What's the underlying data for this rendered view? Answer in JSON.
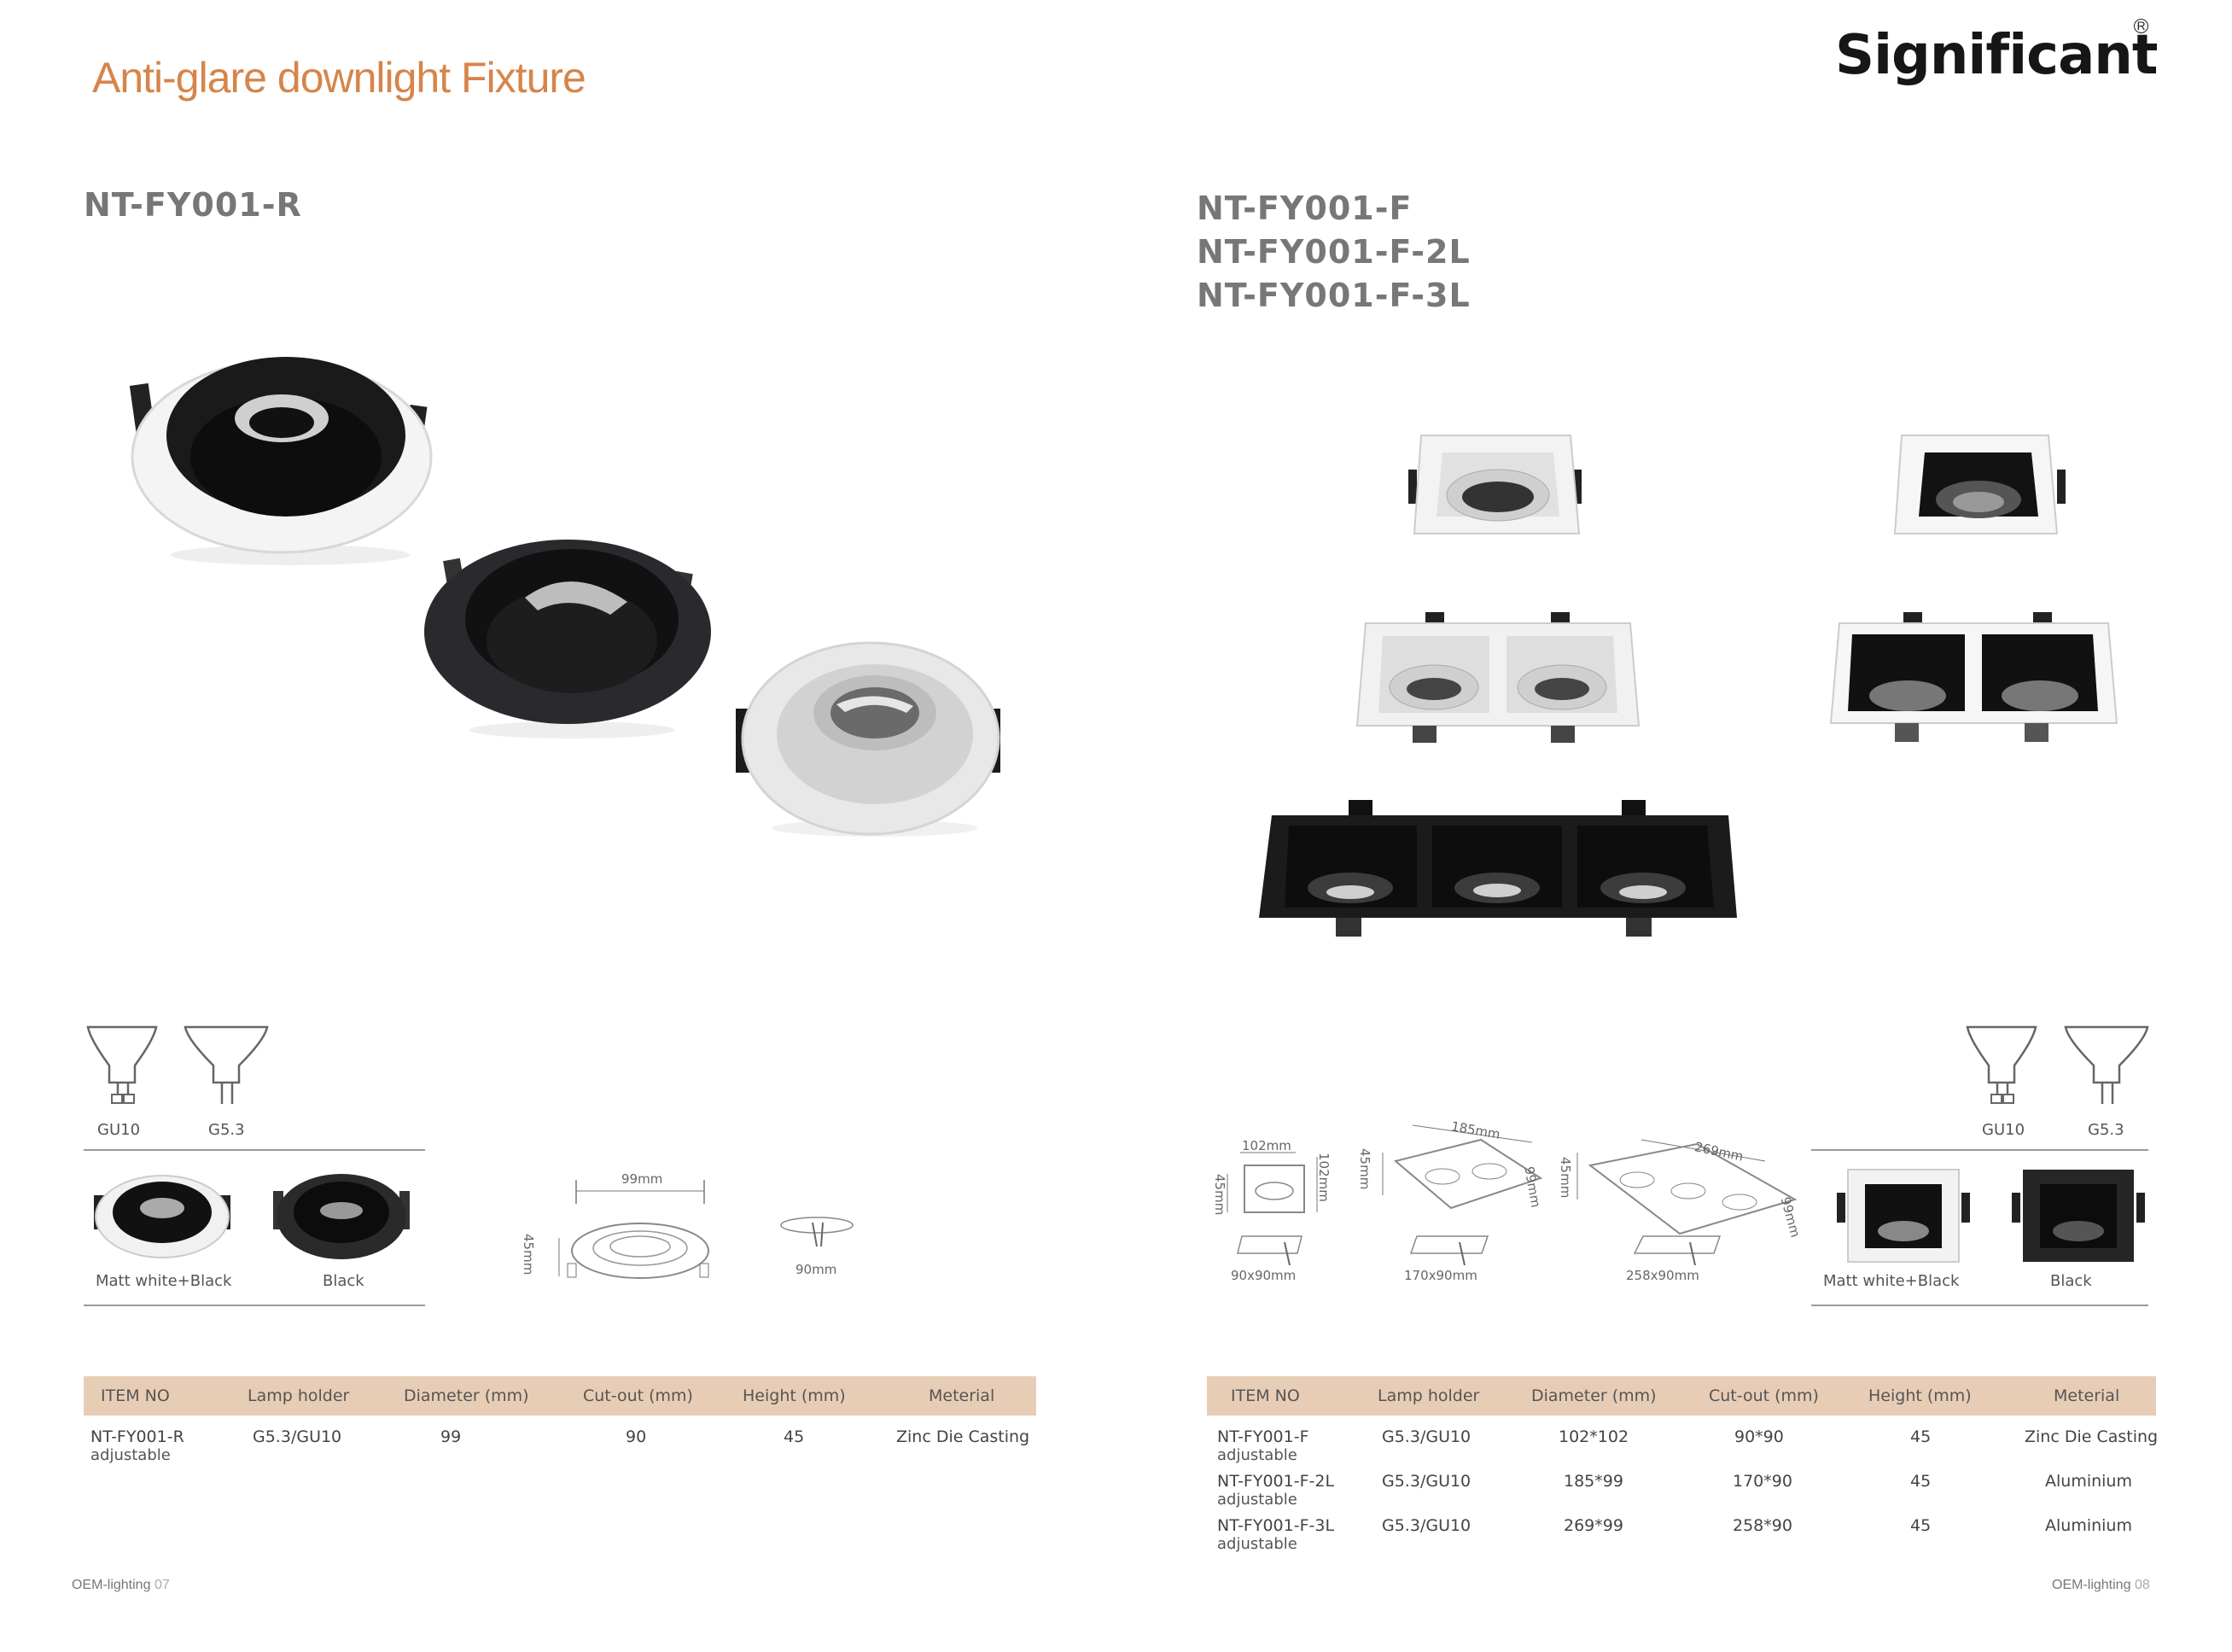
{
  "page": {
    "title": "Anti-glare downlight Fixture",
    "brand": "Significant",
    "brand_mark": "R"
  },
  "left": {
    "model": "NT-FY001-R",
    "lamp_types": [
      "GU10",
      "G5.3"
    ],
    "finishes": [
      "Matt white+Black",
      "Black"
    ],
    "dimensions": {
      "diameter": "99mm",
      "height": "45mm",
      "cutout": "90mm"
    },
    "table": {
      "headers": [
        "ITEM NO",
        "Lamp holder",
        "Diameter  (mm)",
        "Cut-out (mm)",
        "Height (mm)",
        "Meterial"
      ],
      "rows": [
        {
          "item": "NT-FY001-R",
          "sub": "adjustable",
          "lamp": "G5.3/GU10",
          "diameter": "99",
          "cutout": "90",
          "height": "45",
          "material": "Zinc Die Casting"
        }
      ]
    },
    "footer": {
      "text": "OEM-lighting",
      "page": "07"
    }
  },
  "right": {
    "models": [
      "NT-FY001-F",
      "NT-FY001-F-2L",
      "NT-FY001-F-3L"
    ],
    "lamp_types": [
      "GU10",
      "G5.3"
    ],
    "finishes": [
      "Matt white+Black",
      "Black"
    ],
    "dimensions": {
      "single": {
        "w": "102mm",
        "d": "102mm",
        "h": "45mm",
        "cutout": "90x90mm"
      },
      "double": {
        "w": "185mm",
        "d": "99mm",
        "h": "45mm",
        "cutout": "170x90mm"
      },
      "triple": {
        "w": "269mm",
        "d": "99mm",
        "h": "45mm",
        "cutout": "258x90mm"
      }
    },
    "table": {
      "headers": [
        "ITEM NO",
        "Lamp holder",
        "Diameter  (mm)",
        "Cut-out (mm)",
        "Height (mm)",
        "Meterial"
      ],
      "rows": [
        {
          "item": "NT-FY001-F",
          "sub": "adjustable",
          "lamp": "G5.3/GU10",
          "diameter": "102*102",
          "cutout": "90*90",
          "height": "45",
          "material": "Zinc Die Casting"
        },
        {
          "item": "NT-FY001-F-2L",
          "sub": "adjustable",
          "lamp": "G5.3/GU10",
          "diameter": "185*99",
          "cutout": "170*90",
          "height": "45",
          "material": "Aluminium"
        },
        {
          "item": "NT-FY001-F-3L",
          "sub": "adjustable",
          "lamp": "G5.3/GU10",
          "diameter": "269*99",
          "cutout": "258*90",
          "height": "45",
          "material": "Aluminium"
        }
      ]
    },
    "footer": {
      "text": "OEM-lighting",
      "page": "08"
    }
  }
}
